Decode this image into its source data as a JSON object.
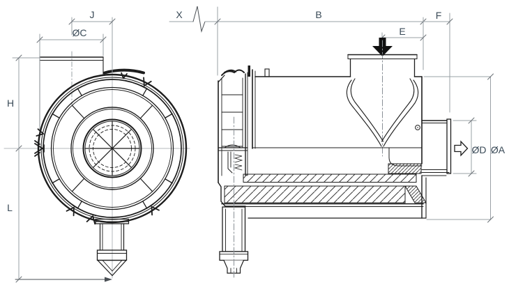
{
  "drawing": {
    "title": "air-cleaner-dimensional-drawing",
    "views": {
      "front_view": "front-end-view-of-cylindrical-air-cleaner",
      "side_view": "side-section-view-of-cylindrical-air-cleaner"
    },
    "labels": {
      "j": "J",
      "oc": "ØC",
      "h": "H",
      "l": "L",
      "x": "X",
      "b": "B",
      "e": "E",
      "f": "F",
      "od": "ØD",
      "oa": "ØA"
    },
    "icons": {
      "inlet_flow_arrow": "filled-down-arrow",
      "outlet_flow_arrow": "hollow-right-arrow",
      "break_symbol": "dimension-break-zigzag"
    },
    "colors": {
      "line": "#1c1c1c",
      "dimension": "#9aa0a6",
      "centerline": "#b4b9be",
      "label": "#3a4a57",
      "background": "#ffffff"
    }
  }
}
